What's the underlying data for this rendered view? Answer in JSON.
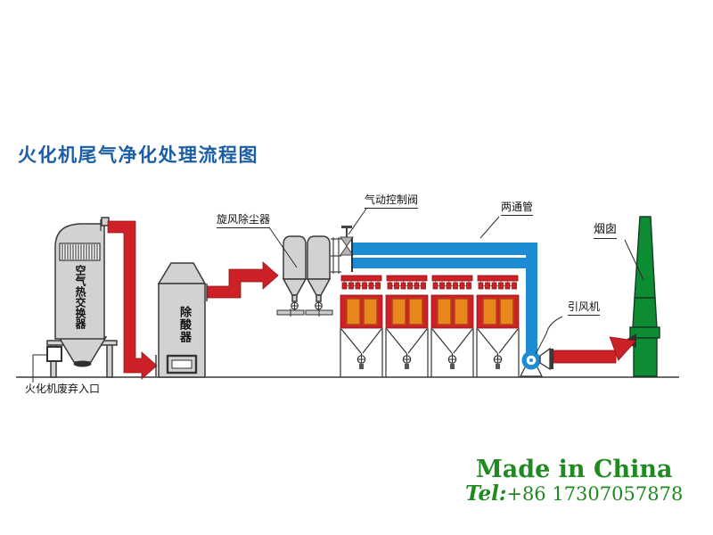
{
  "title": "火化机尾气净化处理流程图",
  "equipment": {
    "air_heat_exchanger": "空气热交换器",
    "deacidifier": "除酸器",
    "cyclone_dust_collector": "旋风除尘器",
    "pneumatic_control_valve": "气动控制阀",
    "two_way_pipe": "两通管",
    "induced_draft_fan": "引风机",
    "chimney": "烟囱",
    "cremator_inlet": "火化机废弃入口"
  },
  "watermark": {
    "line1": "Made in China",
    "tel_prefix": "Tel:",
    "tel_number": "+86 17307057878"
  },
  "colors": {
    "title_blue": "#1b5ea6",
    "pipe_red": "#ce2127",
    "pipe_blue": "#1e8cd3",
    "chimney_green": "#0e8c34",
    "filter_orange": "#e8871e",
    "equipment_gray": "#d2d2d2",
    "watermark_green": "#1f8a1f"
  }
}
